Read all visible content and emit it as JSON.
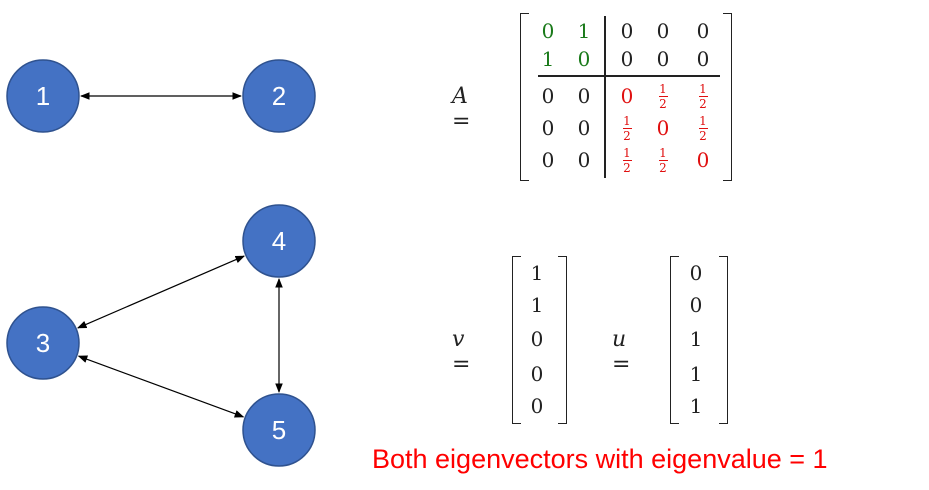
{
  "graph": {
    "nodes": [
      {
        "id": "1",
        "label": "1"
      },
      {
        "id": "2",
        "label": "2"
      },
      {
        "id": "3",
        "label": "3"
      },
      {
        "id": "4",
        "label": "4"
      },
      {
        "id": "5",
        "label": "5"
      }
    ],
    "edges": [
      {
        "from": "1",
        "to": "2",
        "bidirectional": true
      },
      {
        "from": "3",
        "to": "4",
        "bidirectional": true
      },
      {
        "from": "4",
        "to": "5",
        "bidirectional": true
      },
      {
        "from": "3",
        "to": "5",
        "bidirectional": true
      }
    ],
    "node_color": "#4472c4",
    "node_border_color": "#2f528f"
  },
  "matrix": {
    "lhs": "A",
    "eq": "=",
    "rows": [
      [
        "0",
        "1",
        "0",
        "0",
        "0"
      ],
      [
        "1",
        "0",
        "0",
        "0",
        "0"
      ],
      [
        "0",
        "0",
        "0",
        "1/2",
        "1/2"
      ],
      [
        "0",
        "0",
        "1/2",
        "0",
        "1/2"
      ],
      [
        "0",
        "0",
        "1/2",
        "1/2",
        "0"
      ]
    ],
    "block_colors": {
      "top_left": "#1a7a1a",
      "bottom_right": "#e01010"
    }
  },
  "vectors": [
    {
      "name": "v",
      "eq": "=",
      "values": [
        "1",
        "1",
        "0",
        "0",
        "0"
      ]
    },
    {
      "name": "u",
      "eq": "=",
      "values": [
        "0",
        "0",
        "1",
        "1",
        "1"
      ]
    }
  ],
  "caption": "Both eigenvectors with eigenvalue = 1",
  "caption_color": "#ff0000"
}
